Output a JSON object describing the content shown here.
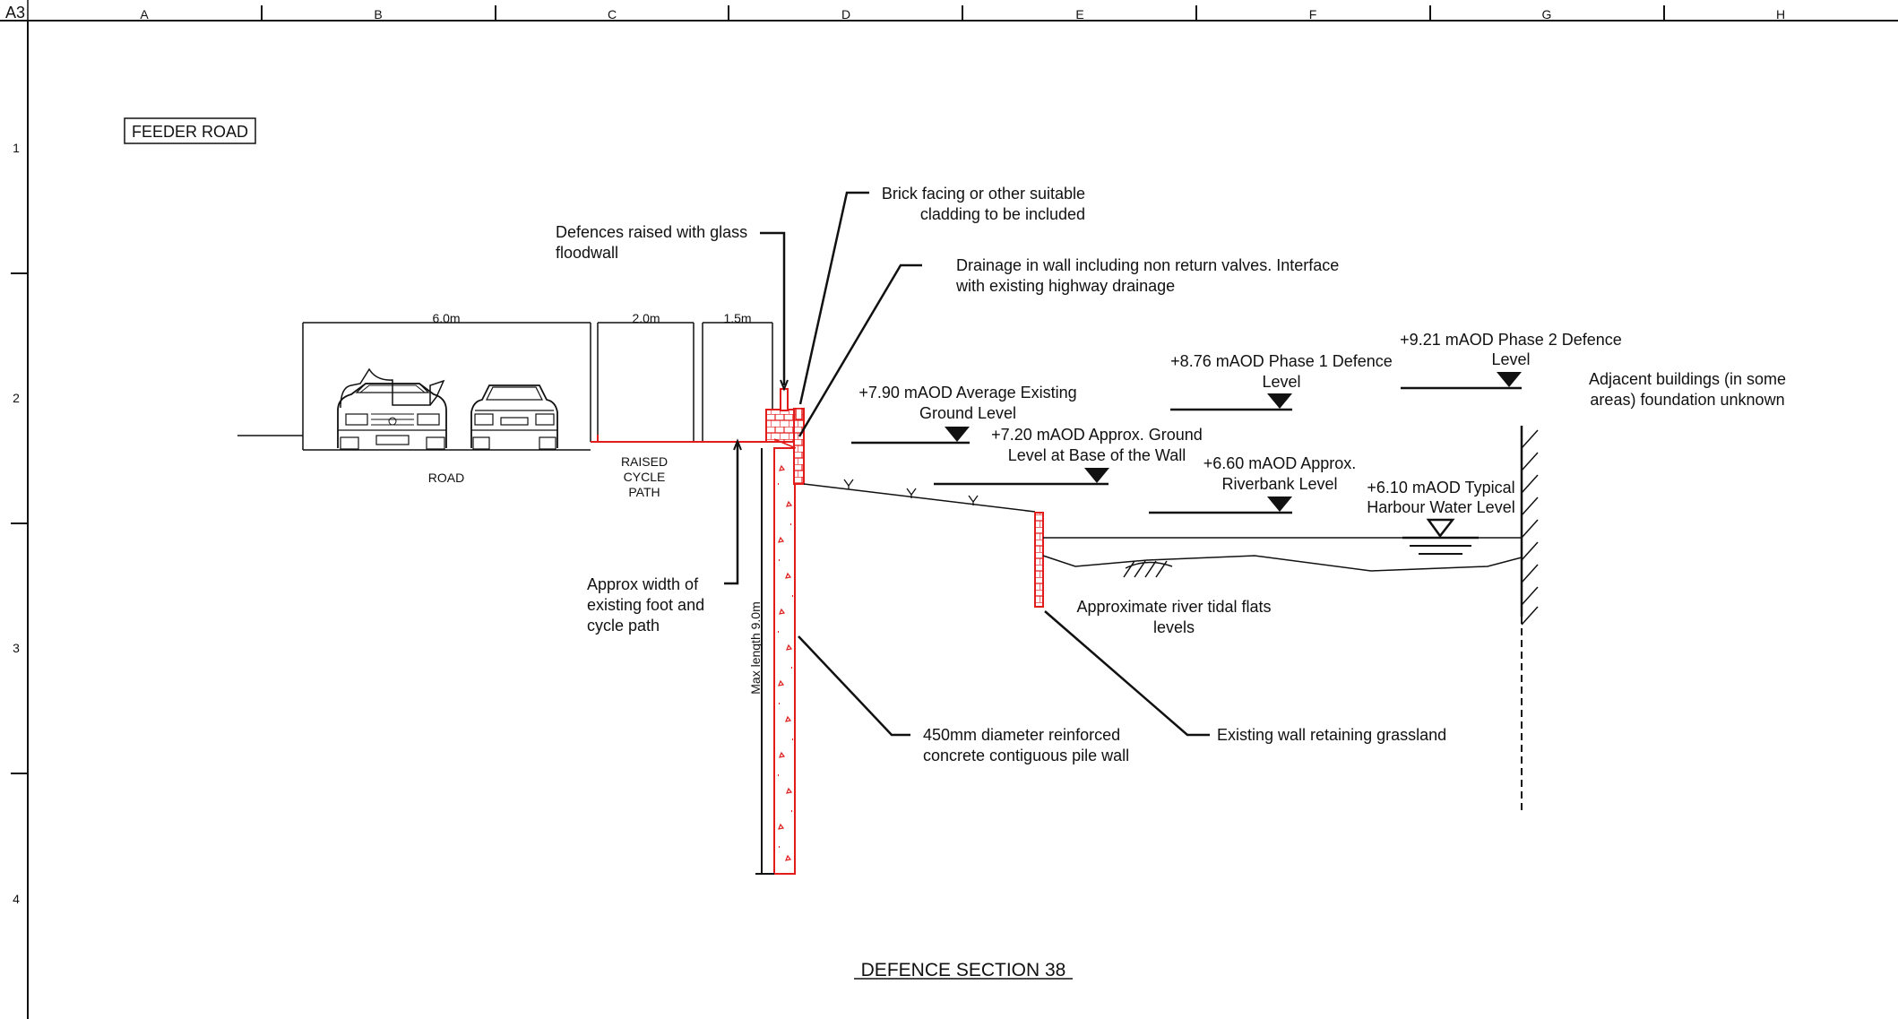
{
  "sheet": {
    "size_label": "A3",
    "columns": [
      "A",
      "B",
      "C",
      "D",
      "E",
      "F",
      "G",
      "H"
    ],
    "rows": [
      "1",
      "2",
      "3",
      "4"
    ]
  },
  "drawing": {
    "title": "DEFENCE SECTION 38",
    "road_tag": "FEEDER ROAD",
    "dimensions": [
      "6.0m",
      "2.0m",
      "1.5m"
    ],
    "depth_label": "Max length 9.0m",
    "zone_labels": {
      "road": "ROAD",
      "cycle_path": [
        "RAISED",
        "CYCLE",
        "PATH"
      ]
    },
    "callouts": {
      "glass_floodwall": [
        "Defences raised with glass",
        "floodwall"
      ],
      "brick_facing": [
        "Brick facing or other suitable",
        "cladding to be included"
      ],
      "drainage": [
        "Drainage in wall including non return valves. Interface",
        "with existing highway drainage"
      ],
      "path_width": [
        "Approx width of",
        "existing foot and",
        "cycle path"
      ],
      "pile_wall": [
        "450mm diameter reinforced",
        "concrete contiguous pile wall"
      ],
      "existing_wall": [
        "Existing wall retaining grassland"
      ],
      "tidal_flats": [
        "Approximate river tidal flats",
        "levels"
      ],
      "buildings": [
        "Adjacent buildings (in some",
        "areas) foundation unknown"
      ]
    },
    "levels": {
      "avg_ground": [
        "+7.90 mAOD Average Existing",
        "Ground Level"
      ],
      "base_of_wall": [
        "+7.20 mAOD Approx. Ground",
        "Level at Base of the Wall"
      ],
      "phase1": [
        "+8.76 mAOD Phase 1 Defence",
        "Level"
      ],
      "riverbank": [
        "+6.60 mAOD Approx.",
        "Riverbank Level"
      ],
      "phase2": [
        "+9.21 mAOD Phase 2 Defence",
        "Level"
      ],
      "harbour_water": [
        "+6.10 mAOD Typical",
        "Harbour Water Level"
      ]
    },
    "colors": {
      "structure_red": "#e21b1b",
      "linework": "#111111"
    }
  }
}
